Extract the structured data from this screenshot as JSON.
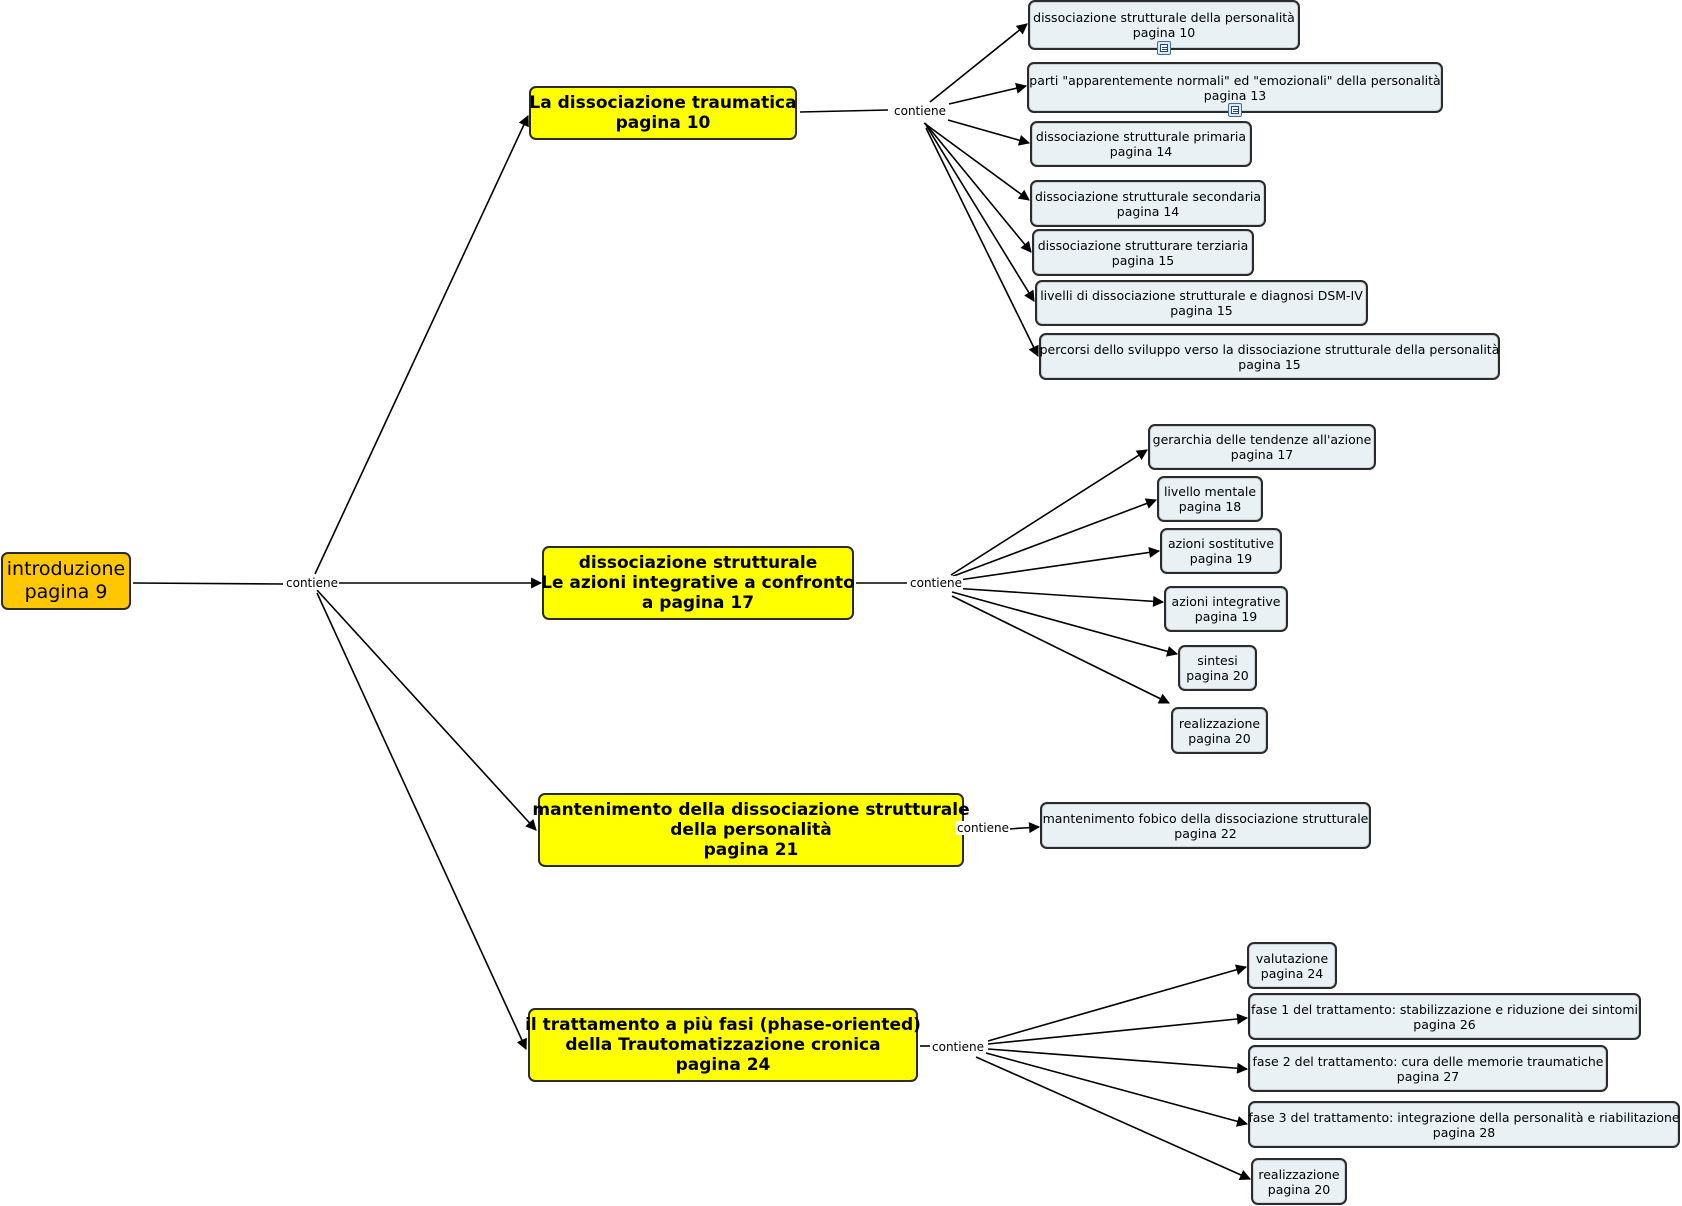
{
  "map": {
    "root": {
      "lines": [
        "introduzione",
        "pagina 9"
      ]
    },
    "root_link": "contiene",
    "branches": [
      {
        "lines": [
          "La dissociazione traumatica",
          "pagina 10"
        ],
        "link": "contiene",
        "children": [
          {
            "lines": [
              "dissociazione strutturale della personalità",
              "pagina 10"
            ],
            "resource_icon": "document-icon"
          },
          {
            "lines": [
              "parti \"apparentemente normali\" ed \"emozionali\" della personalità",
              "pagina 13"
            ],
            "resource_icon": "document-icon"
          },
          {
            "lines": [
              "dissociazione strutturale primaria",
              "pagina 14"
            ]
          },
          {
            "lines": [
              "dissociazione strutturale secondaria",
              "pagina 14"
            ]
          },
          {
            "lines": [
              "dissociazione strutturare terziaria",
              "pagina 15"
            ]
          },
          {
            "lines": [
              "livelli di dissociazione strutturale e diagnosi DSM-IV",
              "pagina 15"
            ]
          },
          {
            "lines": [
              "percorsi dello sviluppo verso la dissociazione strutturale della personalità",
              "pagina 15"
            ]
          }
        ]
      },
      {
        "lines": [
          "dissociazione strutturale",
          "Le azioni integrative a confronto",
          "a pagina 17"
        ],
        "link": "contiene",
        "children": [
          {
            "lines": [
              "gerarchia delle tendenze all'azione",
              "pagina 17"
            ]
          },
          {
            "lines": [
              "livello mentale",
              "pagina 18"
            ]
          },
          {
            "lines": [
              "azioni sostitutive",
              "pagina 19"
            ]
          },
          {
            "lines": [
              "azioni integrative",
              "pagina 19"
            ]
          },
          {
            "lines": [
              "sintesi",
              "pagina 20"
            ]
          },
          {
            "lines": [
              "realizzazione",
              "pagina 20"
            ]
          }
        ]
      },
      {
        "lines": [
          "mantenimento della dissociazione strutturale",
          "della personalità",
          "pagina 21"
        ],
        "link": "contiene",
        "children": [
          {
            "lines": [
              "mantenimento fobico della dissociazione strutturale",
              "pagina 22"
            ]
          }
        ]
      },
      {
        "lines": [
          "il trattamento a più fasi (phase-oriented)",
          "della Trautomatizzazione cronica",
          "pagina 24"
        ],
        "link": "contiene",
        "children": [
          {
            "lines": [
              "valutazione",
              "pagina 24"
            ]
          },
          {
            "lines": [
              "fase 1 del trattamento: stabilizzazione e riduzione dei sintomi",
              "pagina 26"
            ]
          },
          {
            "lines": [
              "fase 2 del trattamento: cura delle memorie traumatiche",
              "pagina 27"
            ]
          },
          {
            "lines": [
              "fase 3 del trattamento: integrazione della personalità e riabilitazione",
              "pagina 28"
            ]
          },
          {
            "lines": [
              "realizzazione",
              "pagina 20"
            ]
          }
        ]
      }
    ]
  },
  "colors": {
    "root_fill": "#ffc700",
    "main_fill": "#ffff00",
    "leaf_fill": "#eaf1f4",
    "line": "#000000"
  }
}
